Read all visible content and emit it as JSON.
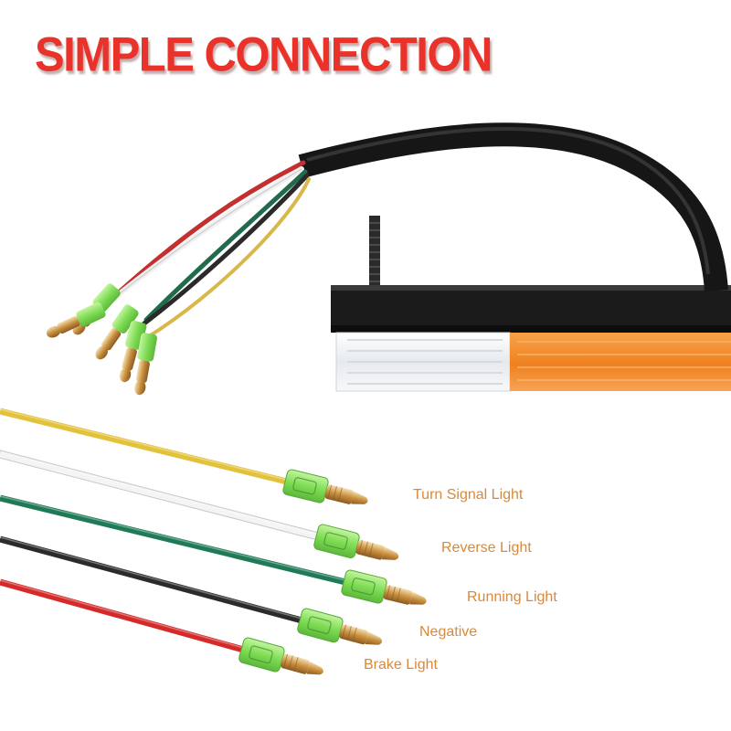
{
  "title": "SIMPLE CONNECTION",
  "colors": {
    "title": "#e8322a",
    "label": "#d88a3a",
    "connector_sleeve": "#8fe26a",
    "terminal": "#d9a85a",
    "lens_clear": "#f2f4f6",
    "lens_amber": "#f28a2a",
    "housing": "#1b1b1b"
  },
  "wires": [
    {
      "label": "Turn Signal Light",
      "color": "#e2c23a"
    },
    {
      "label": "Reverse Light",
      "color": "#f4f4f4"
    },
    {
      "label": "Running Light",
      "color": "#1f7a57"
    },
    {
      "label": "Negative",
      "color": "#2b2b2b"
    },
    {
      "label": "Brake Light",
      "color": "#d42a2a"
    }
  ]
}
